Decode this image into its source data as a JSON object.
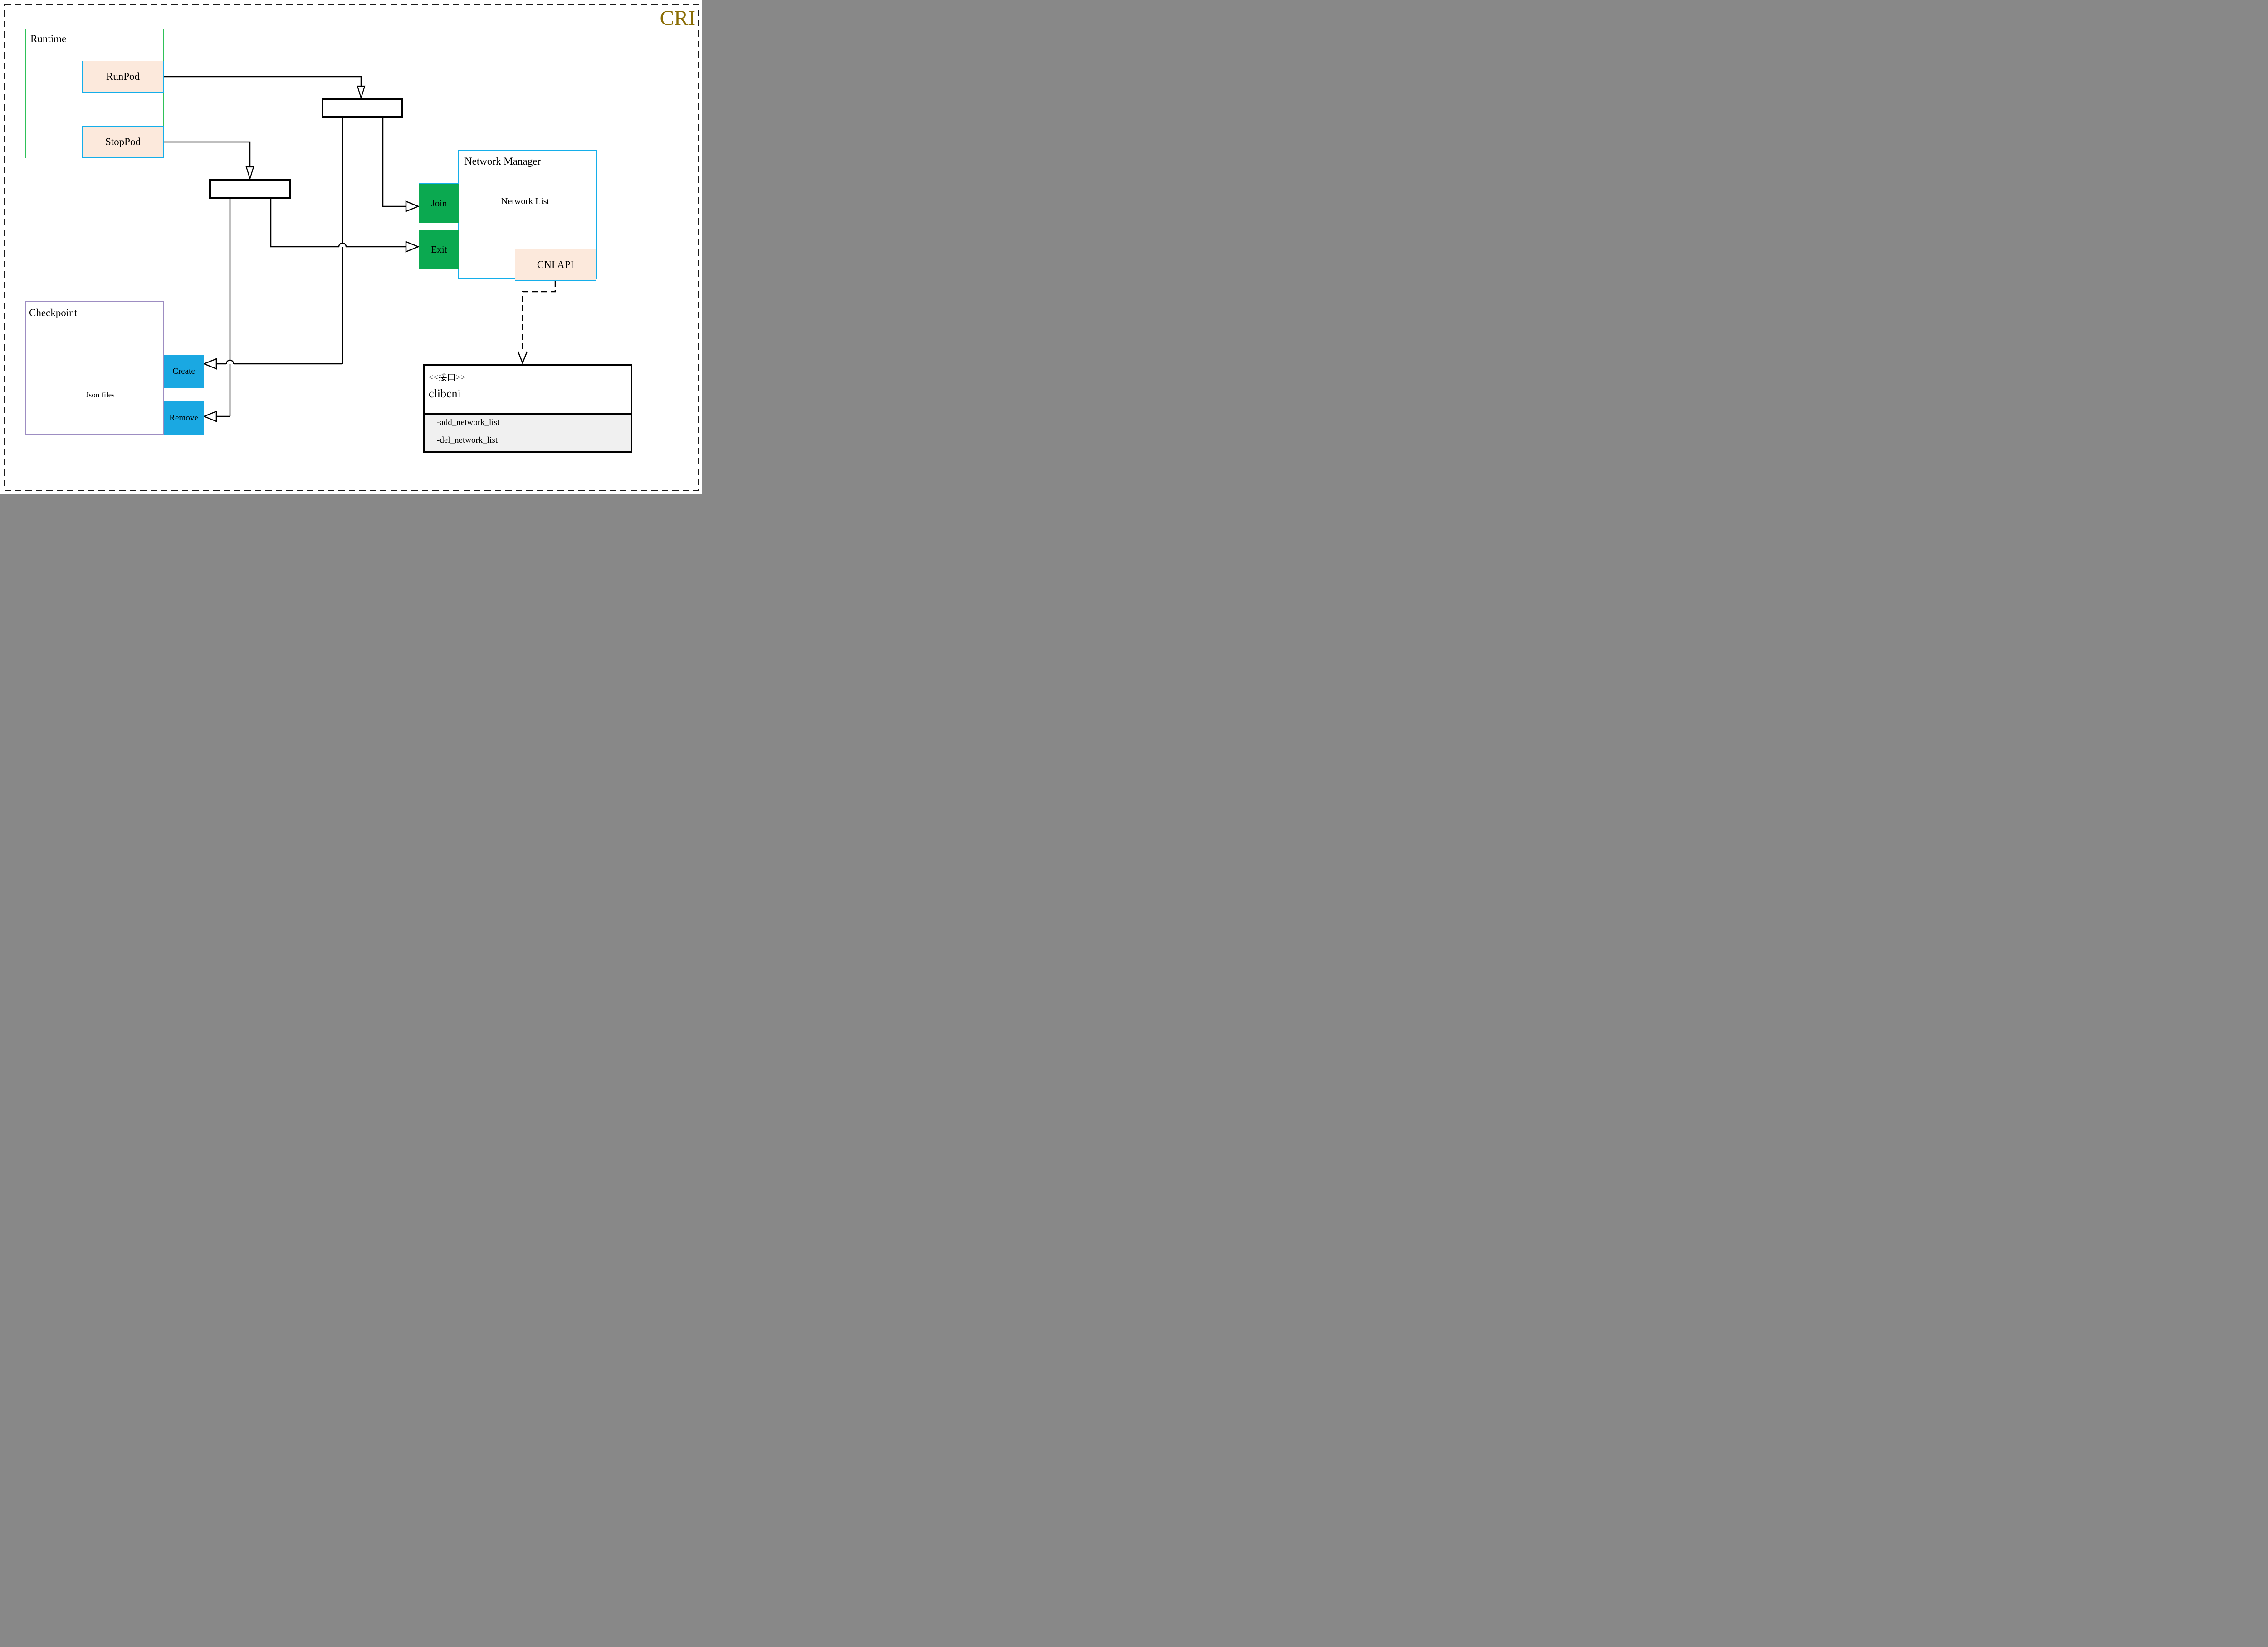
{
  "badge": {
    "label": "CRI"
  },
  "runtime": {
    "title": "Runtime",
    "runpod_label": "RunPod",
    "stoppod_label": "StopPod"
  },
  "checkpoint": {
    "title": "Checkpoint",
    "database_label": "Json files",
    "create_label": "Create",
    "remove_label": "Remove"
  },
  "network_manager": {
    "title": "Network Manager",
    "database_label": "Network List",
    "join_label": "Join",
    "exit_label": "Exit",
    "cni_api_label": "CNI API"
  },
  "clibcni": {
    "stereotype": "<<接口>>",
    "name": "clibcni",
    "methods": [
      "-add_network_list",
      "-del_network_list"
    ]
  },
  "colors": {
    "green_border": "#2ec158",
    "cyan_border": "#14aeea",
    "peach_fill": "#fce9dc",
    "green_button": "#0ba950",
    "blue_button": "#1aa8e2",
    "purple_border": "#9d8dc2",
    "gray_cylinder": "#666666",
    "gold_title": "#8a6d05",
    "methods_bg": "#f0f0f0",
    "wire": "#000000"
  }
}
